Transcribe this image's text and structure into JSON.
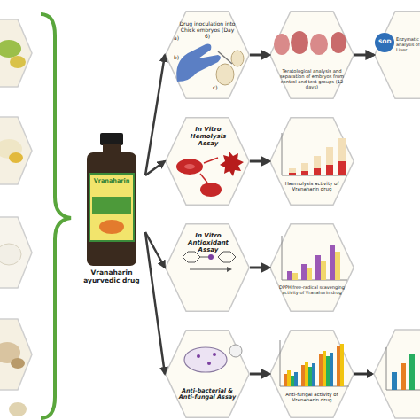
{
  "diagram": {
    "nodes": [
      {
        "text": [
          "Vranaharin ayurvedic drug"
        ]
      },
      {
        "text": [
          "Drug inoculation into Chick embryos (Day 6)"
        ]
      },
      {
        "text": [
          "Teratological analysis and separation of embryos from control and test groups (12 days)"
        ]
      },
      {
        "text": [
          "Enzymatic analysis of Liver"
        ]
      },
      {
        "text": [
          "In Vitro Hemolysis Assay"
        ]
      },
      {
        "text": [
          "Haemolysis activity of Vranaharin drug"
        ]
      },
      {
        "text": [
          "In Vitro Antioxidant Assay"
        ]
      },
      {
        "text": [
          "DPPH free-radical scavenging activity of Vranaharin drug"
        ]
      },
      {
        "text": [
          "Anti-bacterial & Anti-fungal Assay"
        ]
      },
      {
        "text": [
          "Anti-fungal activity of Vranaharin drug"
        ]
      }
    ],
    "edges": [
      {
        "from": 0,
        "to": 1,
        "arrow": "to"
      },
      {
        "from": 0,
        "to": 4,
        "arrow": "to"
      },
      {
        "from": 0,
        "to": 6,
        "arrow": "to"
      },
      {
        "from": 0,
        "to": 8,
        "arrow": "to"
      },
      {
        "from": 1,
        "to": 2,
        "arrow": "to"
      },
      {
        "from": 2,
        "to": 3,
        "arrow": "to"
      },
      {
        "from": 4,
        "to": 5,
        "arrow": "to"
      },
      {
        "from": 6,
        "to": 7,
        "arrow": "to"
      },
      {
        "from": 8,
        "to": 9,
        "arrow": "to"
      }
    ],
    "labels": [
      "a)",
      "b)",
      "c)",
      "SOD",
      "Vranaharin"
    ]
  }
}
